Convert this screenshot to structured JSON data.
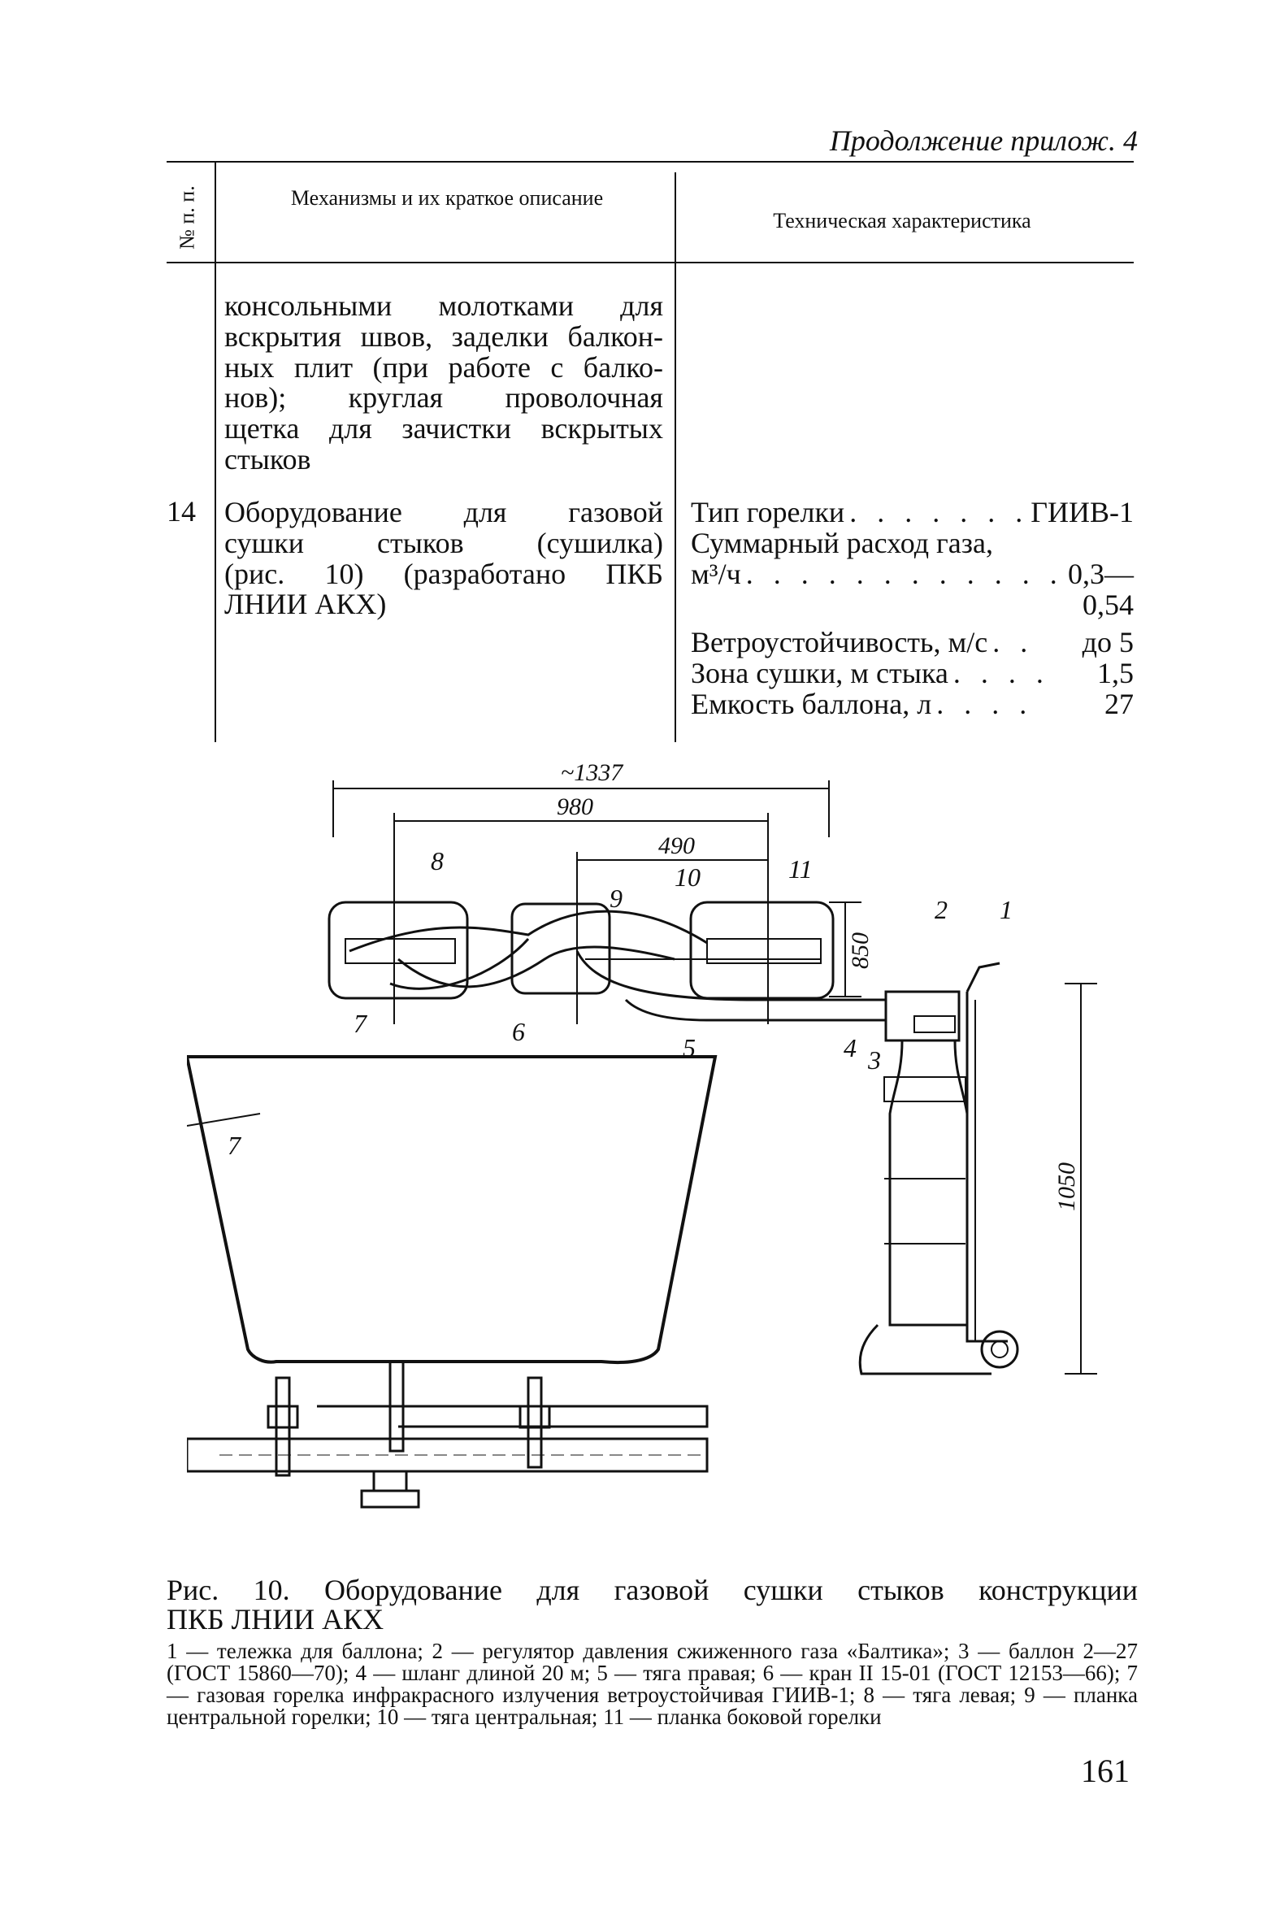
{
  "running_head": "Продолжение прилож. 4",
  "table": {
    "headers": {
      "number": "№ п. п.",
      "mechanisms": "Механизмы и их краткое описание",
      "specs": "Техническая характеристика"
    },
    "continued_text_lines": [
      "консольными молотками для",
      "вскрытия швов, заделки балкон-",
      "ных плит (при работе с балко-",
      "нов); круглая проволочная",
      "щетка для зачистки вскрытых",
      "стыков"
    ],
    "row": {
      "number": "14",
      "description_lines": [
        "Оборудование для газовой",
        "сушки стыков (сушилка)",
        "(рис. 10) (разработано ПКБ",
        "ЛНИИ АКХ)"
      ],
      "specs": [
        {
          "label": "Тип горелки",
          "value": "ГИИВ-1"
        },
        {
          "label": "Суммарный расход газа,",
          "value": ""
        },
        {
          "label": "м³/ч",
          "value": "0,3—"
        },
        {
          "label": "",
          "value": "0,54"
        },
        {
          "label": "Ветроустойчивость, м/с",
          "value": "до 5"
        },
        {
          "label": "Зона сушки, м стыка",
          "value": "1,5"
        },
        {
          "label": "Емкость баллона, л",
          "value": "27"
        }
      ]
    }
  },
  "figure": {
    "dimensions": [
      "~1337",
      "980",
      "490",
      "850",
      "1050"
    ],
    "callouts": [
      "1",
      "2",
      "3",
      "4",
      "5",
      "6",
      "7",
      "8",
      "9",
      "10",
      "11",
      "7"
    ]
  },
  "caption": {
    "title_line1": "Рис. 10. Оборудование для газовой сушки стыков конструкции",
    "title_line2": "ПКБ ЛНИИ АКХ",
    "legend": "1 — тележка для баллона; 2 — регулятор давления сжиженного газа «Балтика»; 3 — баллон 2—27 (ГОСТ 15860—70); 4 — шланг длиной 20 м; 5 — тяга правая; 6 — кран II 15-01 (ГОСТ 12153—66); 7 — газовая горелка инфракрасного излучения ветроустойчивая ГИИВ-1; 8 — тяга левая; 9 — планка центральной горелки; 10 — тяга центральная; 11 — планка боковой горелки"
  },
  "page_number": "161"
}
